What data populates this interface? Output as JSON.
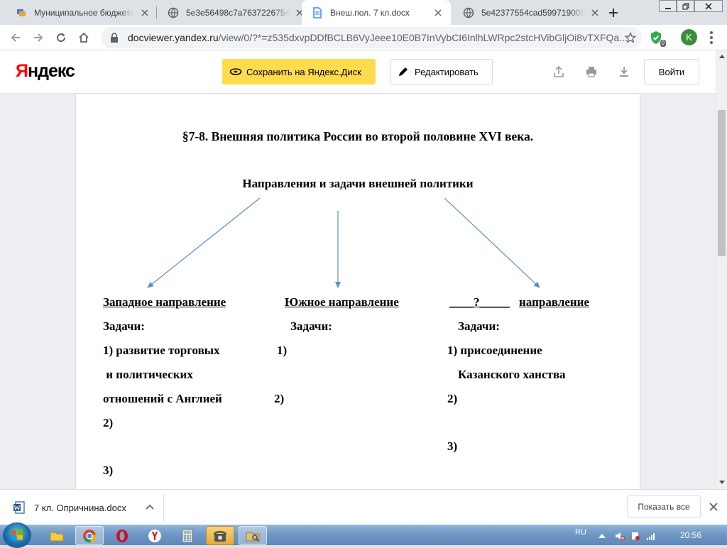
{
  "browser": {
    "tabs": [
      {
        "title": "Муниципальное бюджетн",
        "icon": "stack-icon",
        "active": false
      },
      {
        "title": "5e3e56498c7a7637226754",
        "icon": "globe-icon",
        "active": false
      },
      {
        "title": "Внеш.пол. 7 кл.docx",
        "icon": "document-icon",
        "active": true
      },
      {
        "title": "5e42377554cad599719008",
        "icon": "globe-icon",
        "active": false
      }
    ],
    "url_host": "docviewer.yandex.ru",
    "url_path": "/view/0/?*=z535dxvpDDfBCLB6VyJeee10E0B7InVybCI6InlhLWRpc2stcHVibGljOi8vTXFQa...",
    "extension_badge": "0",
    "profile_initial": "K"
  },
  "yandex": {
    "logo": "Яндекс",
    "logo_first": "Я",
    "logo_rest": "ндекс",
    "save_label": "Сохранить на Яндекс.Диск",
    "edit_label": "Редактировать",
    "login_label": "Войти",
    "accent": "#ffdb4d"
  },
  "document": {
    "title": "§7-8. Внешняя политика России во второй половине XVI века.",
    "subtitle": "Направления и задачи внешней политики",
    "columns": [
      {
        "heading": "Западное направление",
        "tasks_label": "Задачи:",
        "lines": [
          "1) развитие торговых",
          " и политических",
          "отношений с Англией",
          "2)",
          "3)"
        ]
      },
      {
        "heading": "Южное направление",
        "tasks_label": "Задачи:",
        "lines": [
          "1)",
          "2)"
        ]
      },
      {
        "heading_blank": "____?_____",
        "heading": "направление",
        "tasks_label": "Задачи:",
        "lines": [
          "1) присоединение",
          "Казанского ханства",
          "2)",
          "3)"
        ]
      }
    ]
  },
  "downloads": {
    "file_name": "7 кл. Опричнина.docx",
    "show_all": "Показать все"
  },
  "taskbar": {
    "language": "RU",
    "time": "20:56",
    "apps": [
      "explorer-icon",
      "chrome-icon",
      "opera-icon",
      "yandex-browser-icon",
      "calculator-icon",
      "phone-icon",
      "folder-tool-icon"
    ]
  }
}
